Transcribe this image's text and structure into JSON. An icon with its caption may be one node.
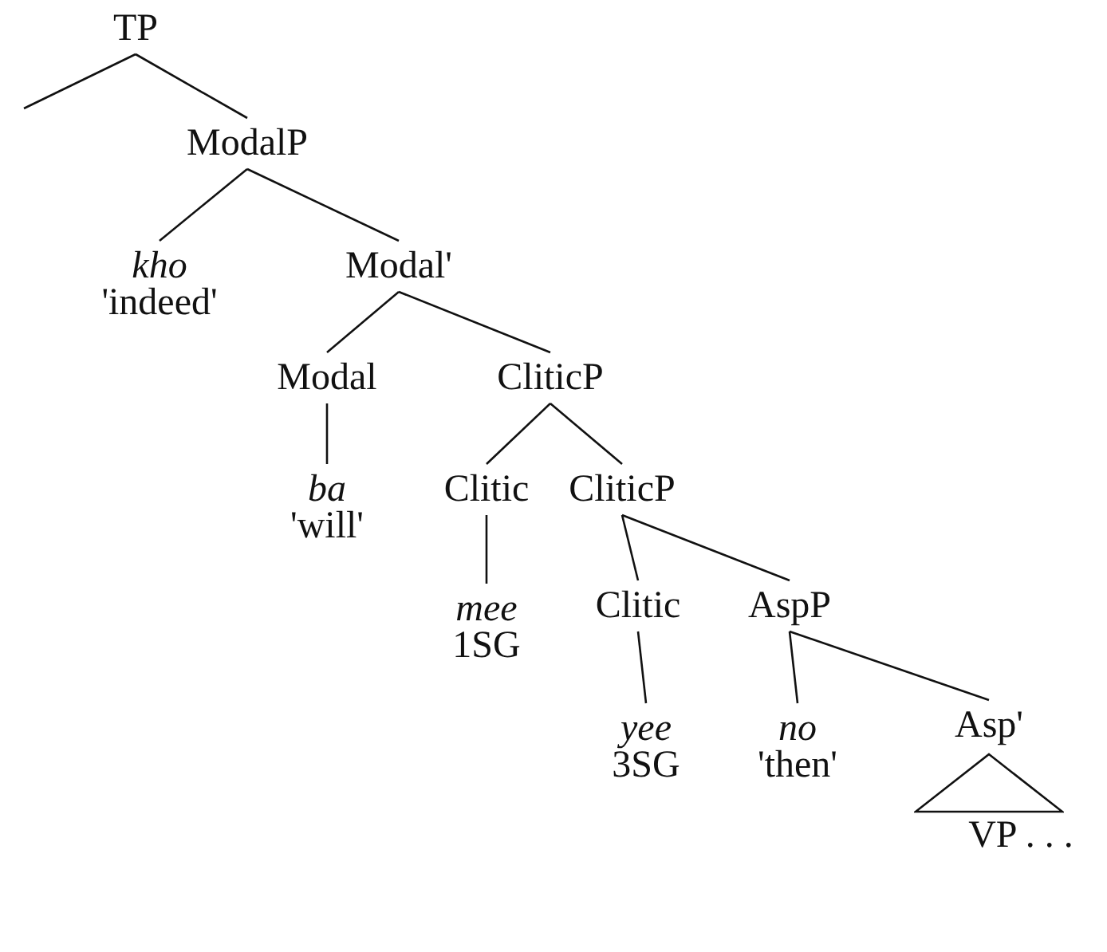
{
  "diagram": {
    "nodes": [
      {
        "text": [
          "TP"
        ]
      },
      {
        "text": [
          "ModalP"
        ]
      },
      {
        "text": [
          "*kho*",
          "'indeed'"
        ]
      },
      {
        "text": [
          "Modal'"
        ]
      },
      {
        "text": [
          "Modal"
        ]
      },
      {
        "text": [
          "CliticP"
        ]
      },
      {
        "text": [
          "*ba*",
          "'will'"
        ]
      },
      {
        "text": [
          "Clitic"
        ]
      },
      {
        "text": [
          "CliticP"
        ]
      },
      {
        "text": [
          "*mee*",
          "1SG"
        ]
      },
      {
        "text": [
          "Clitic"
        ]
      },
      {
        "text": [
          "AspP"
        ]
      },
      {
        "text": [
          "*yee*",
          "3SG"
        ]
      },
      {
        "text": [
          "*no*",
          "'then'"
        ]
      },
      {
        "text": [
          "Asp'"
        ]
      },
      {
        "text": [],
        "shape": "triangle"
      },
      {
        "text": [
          "VP . . ."
        ]
      }
    ],
    "edges": [
      {
        "from": 0,
        "to": null,
        "arrow": "none"
      },
      {
        "from": 0,
        "to": 1,
        "arrow": "none"
      },
      {
        "from": 1,
        "to": 2,
        "arrow": "none"
      },
      {
        "from": 1,
        "to": 3,
        "arrow": "none"
      },
      {
        "from": 3,
        "to": 4,
        "arrow": "none"
      },
      {
        "from": 3,
        "to": 5,
        "arrow": "none"
      },
      {
        "from": 4,
        "to": 6,
        "arrow": "none"
      },
      {
        "from": 5,
        "to": 7,
        "arrow": "none"
      },
      {
        "from": 5,
        "to": 8,
        "arrow": "none"
      },
      {
        "from": 7,
        "to": 9,
        "arrow": "none"
      },
      {
        "from": 8,
        "to": 10,
        "arrow": "none"
      },
      {
        "from": 8,
        "to": 11,
        "arrow": "none"
      },
      {
        "from": 10,
        "to": 12,
        "arrow": "none"
      },
      {
        "from": 11,
        "to": 13,
        "arrow": "none"
      },
      {
        "from": 11,
        "to": 14,
        "arrow": "none"
      }
    ]
  }
}
